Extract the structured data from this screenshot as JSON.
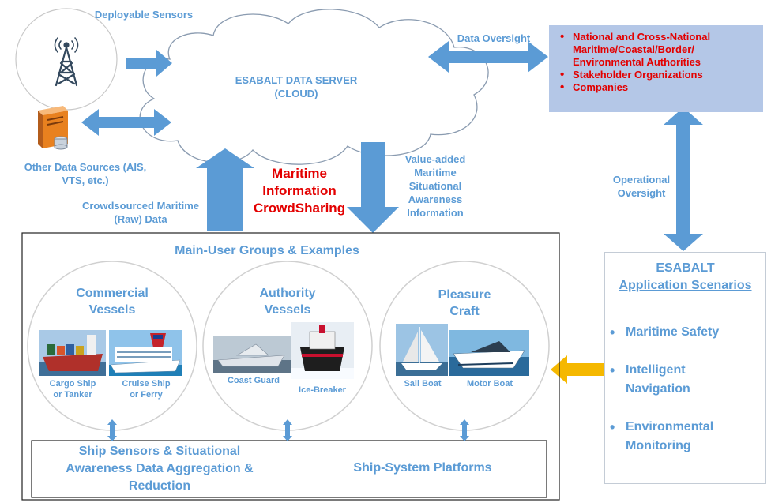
{
  "cloud": {
    "title_line1": "ESABALT DATA SERVER",
    "title_line2": "(CLOUD)"
  },
  "sensors": {
    "label": "Deployable Sensors"
  },
  "other_sources": {
    "label_line1": "Other Data Sources (AIS,",
    "label_line2": "VTS, etc.)"
  },
  "data_oversight": {
    "label": "Data Oversight"
  },
  "authorities": {
    "items": [
      "National and Cross-National",
      "Maritime/Coastal/Border/",
      "Environmental Authorities",
      "Stakeholder Organizations",
      "Companies"
    ]
  },
  "operational_oversight": {
    "line1": "Operational",
    "line2": "Oversight"
  },
  "crowdsharing": {
    "line1": "Maritime",
    "line2": "Information",
    "line3": "CrowdSharing"
  },
  "crowdsourced": {
    "line1": "Crowdsourced Maritime",
    "line2": "(Raw) Data"
  },
  "value_added": {
    "line1": "Value-added",
    "line2": "Maritime",
    "line3": "Situational",
    "line4": "Awareness",
    "line5": "Information"
  },
  "main_box": {
    "title": "Main-User Groups & Examples"
  },
  "groups": {
    "commercial": {
      "title1": "Commercial",
      "title2": "Vessels",
      "cap1a": "Cargo Ship",
      "cap1b": "or Tanker",
      "cap2a": "Cruise Ship",
      "cap2b": "or Ferry"
    },
    "authority": {
      "title1": "Authority",
      "title2": "Vessels",
      "cap1": "Coast Guard",
      "cap2": "Ice-Breaker"
    },
    "pleasure": {
      "title1": "Pleasure",
      "title2": "Craft",
      "cap1": "Sail Boat",
      "cap2": "Motor Boat"
    }
  },
  "platforms": {
    "left_line1": "Ship Sensors & Situational",
    "left_line2": "Awareness Data Aggregation &",
    "left_line3": "Reduction",
    "right": "Ship-System Platforms"
  },
  "scenarios": {
    "title1": "ESABALT",
    "title2": "Application Scenarios",
    "items": [
      "Maritime Safety",
      "Intelligent Navigation",
      "Environmental Monitoring"
    ]
  },
  "colors": {
    "arrow_blue": "#5b9bd5",
    "arrow_orange": "#f5b800",
    "accent_red": "#e30000",
    "authority_box_fill": "#b4c7e7"
  }
}
